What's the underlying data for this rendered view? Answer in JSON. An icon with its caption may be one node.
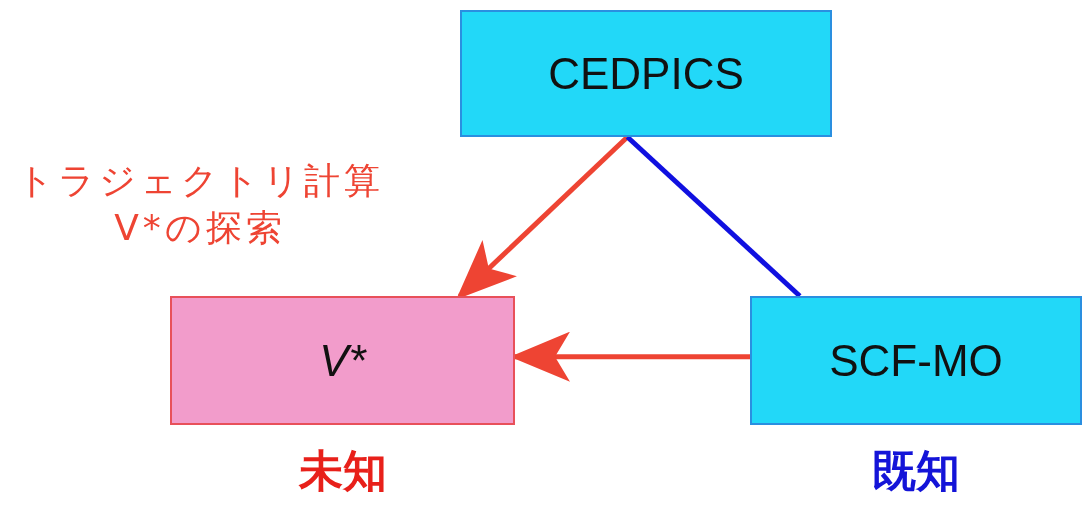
{
  "diagram": {
    "nodes": [
      {
        "text": [
          "CEDPICS"
        ]
      },
      {
        "text": [
          "V*"
        ],
        "beside": [
          "未知"
        ]
      },
      {
        "text": [
          "SCF-MO"
        ],
        "beside": [
          "既知"
        ]
      }
    ],
    "edges": [
      {
        "from": 0,
        "to": 1,
        "arrow": "to",
        "label": "トラジェクトリ計算V*の探索"
      },
      {
        "from": 2,
        "to": 1,
        "arrow": "to"
      },
      {
        "from": 0,
        "to": 2,
        "arrow": "none",
        "color": "#1010e0"
      }
    ]
  }
}
